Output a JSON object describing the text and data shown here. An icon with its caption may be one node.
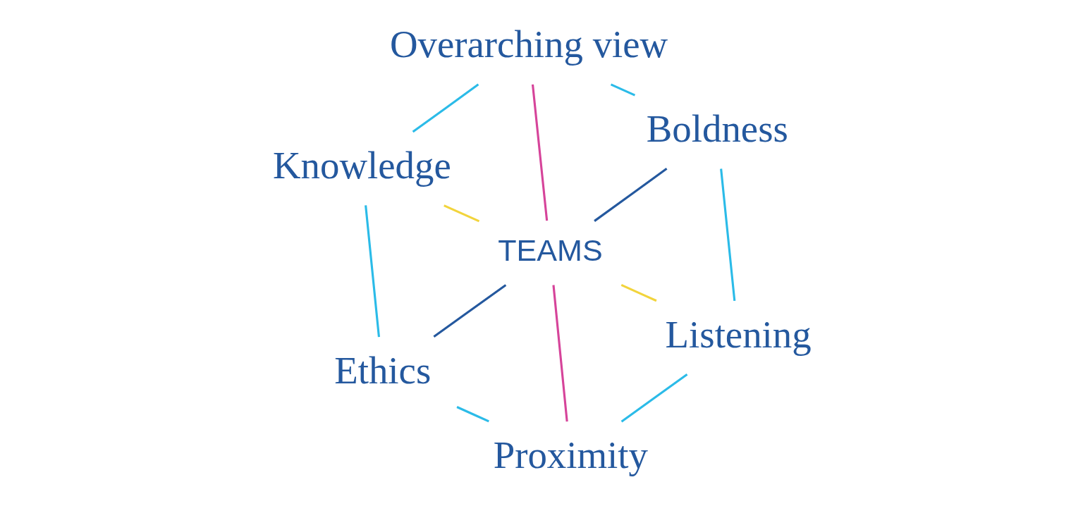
{
  "diagram": {
    "nodes": [
      {
        "text": [
          "Overarching view"
        ]
      },
      {
        "text": [
          "Boldness"
        ]
      },
      {
        "text": [
          "Knowledge"
        ]
      },
      {
        "text": [
          "TEAMS"
        ]
      },
      {
        "text": [
          "Listening"
        ]
      },
      {
        "text": [
          "Ethics"
        ]
      },
      {
        "text": [
          "Proximity"
        ]
      }
    ],
    "edges": [
      {
        "from": 0,
        "to": 1,
        "arrow": "none"
      },
      {
        "from": 0,
        "to": 2,
        "arrow": "none"
      },
      {
        "from": 0,
        "to": 3,
        "arrow": "none",
        "color": "#d6449a"
      },
      {
        "from": 1,
        "to": 3,
        "arrow": "none",
        "color": "#24589e"
      },
      {
        "from": 1,
        "to": 4,
        "arrow": "none"
      },
      {
        "from": 2,
        "to": 3,
        "arrow": "none",
        "color": "#f2d43c"
      },
      {
        "from": 3,
        "to": 4,
        "arrow": "none",
        "color": "#f2d43c"
      },
      {
        "from": 2,
        "to": 5,
        "arrow": "none"
      },
      {
        "from": 3,
        "to": 5,
        "arrow": "none",
        "color": "#24589e"
      },
      {
        "from": 3,
        "to": 6,
        "arrow": "none",
        "color": "#d6449a"
      },
      {
        "from": 4,
        "to": 6,
        "arrow": "none"
      },
      {
        "from": 5,
        "to": 6,
        "arrow": "none"
      }
    ]
  }
}
